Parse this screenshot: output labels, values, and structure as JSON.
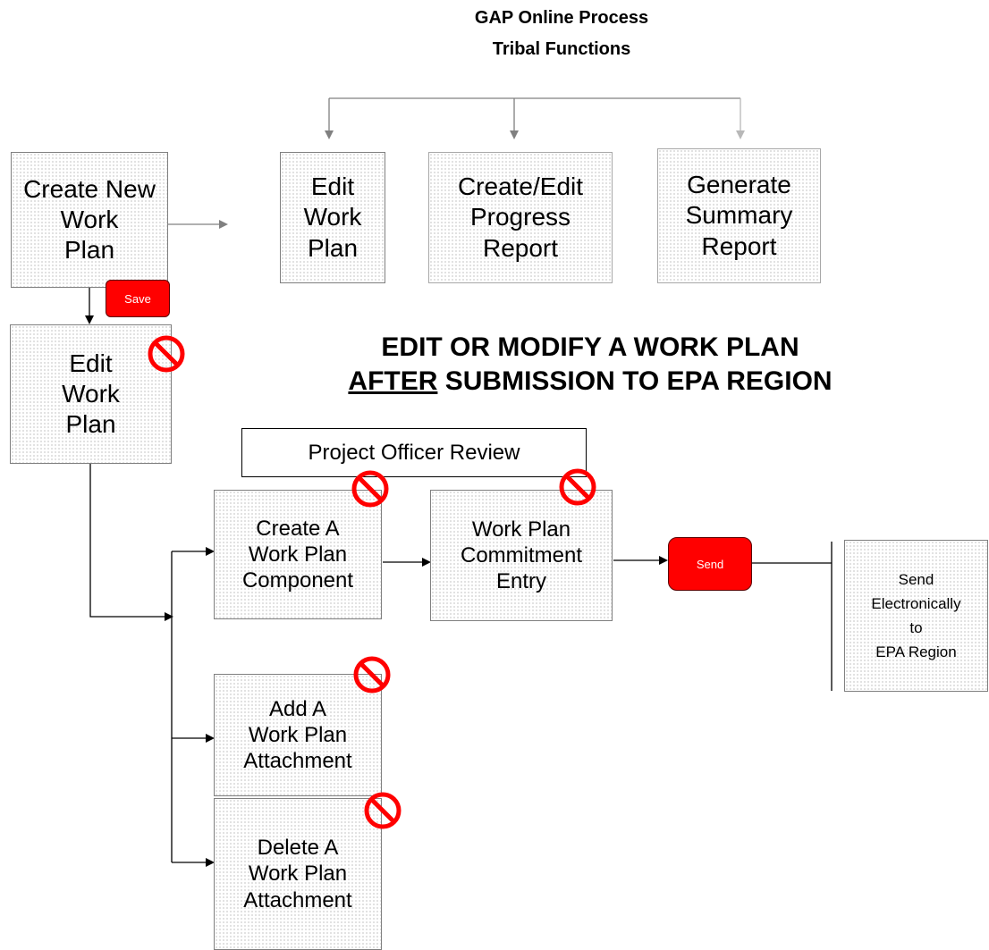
{
  "header": {
    "line1": "GAP Online Process",
    "line2": "Tribal Functions"
  },
  "top_boxes": {
    "create_new": [
      "Create New",
      "Work",
      "Plan"
    ],
    "edit_work_plan": [
      "Edit",
      "Work",
      "Plan"
    ],
    "progress_report": [
      "Create/Edit",
      "Progress",
      "Report"
    ],
    "summary_report": [
      "Generate",
      "Summary",
      "Report"
    ]
  },
  "buttons": {
    "save": "Save",
    "send": "Send"
  },
  "edit_box": [
    "Edit",
    "Work",
    "Plan"
  ],
  "heading": {
    "line1": "EDIT OR MODIFY A WORK PLAN",
    "line2_underlined": "AFTER",
    "line2_rest": " SUBMISSION TO EPA REGION"
  },
  "review_label": "Project Officer Review",
  "process_boxes": {
    "component": [
      "Create A",
      "Work Plan",
      "Component"
    ],
    "commitment": [
      "Work Plan",
      "Commitment",
      "Entry"
    ],
    "add_attachment": [
      "Add A",
      "Work Plan",
      "Attachment"
    ],
    "delete_attachment": [
      "Delete A",
      "Work Plan",
      "Attachment"
    ]
  },
  "send_box": [
    "Send",
    "Electronically",
    "to",
    "EPA Region"
  ],
  "icons": {
    "no_entry": "no-entry-icon",
    "colors": {
      "red": "#ff0000",
      "button_border": "#5a0000"
    }
  }
}
